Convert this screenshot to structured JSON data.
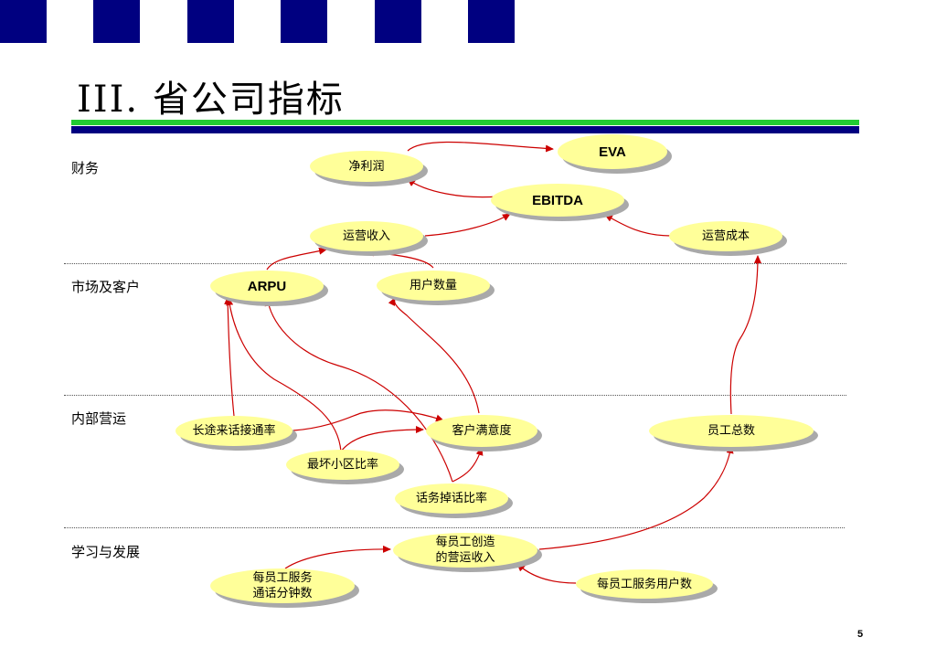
{
  "slide": {
    "title": "III. 省公司指标",
    "page_number": "5",
    "colors": {
      "deco": "#000080",
      "accent_green": "#22cc33",
      "node_fill": "#ffff99",
      "arrow": "#cc0000"
    }
  },
  "categories": [
    "财务",
    "市场及客户",
    "内部营运",
    "学习与发展"
  ],
  "nodes": {
    "eva": "EVA",
    "net_profit": "净利润",
    "ebitda": "EBITDA",
    "op_revenue": "运营收入",
    "op_cost": "运营成本",
    "arpu": "ARPU",
    "user_count": "用户数量",
    "ld_connect": "长途来话接通率",
    "worst_cell": "最坏小区比率",
    "satisfaction": "客户满意度",
    "drop_rate": "话务掉话比率",
    "staff_total": "员工总数",
    "rev_per_staff": "每员工创造\n的营运收入",
    "min_per_staff": "每员工服务\n通话分钟数",
    "users_per_staff": "每员工服务用户数"
  },
  "links": [
    [
      "net_profit",
      "eva"
    ],
    [
      "ebitda",
      "net_profit"
    ],
    [
      "op_revenue",
      "ebitda"
    ],
    [
      "op_cost",
      "ebitda"
    ],
    [
      "arpu",
      "op_revenue"
    ],
    [
      "user_count",
      "op_revenue"
    ],
    [
      "ld_connect",
      "arpu"
    ],
    [
      "worst_cell",
      "arpu"
    ],
    [
      "drop_rate",
      "arpu"
    ],
    [
      "satisfaction",
      "user_count"
    ],
    [
      "ld_connect",
      "satisfaction"
    ],
    [
      "worst_cell",
      "satisfaction"
    ],
    [
      "drop_rate",
      "satisfaction"
    ],
    [
      "staff_total",
      "op_cost"
    ],
    [
      "rev_per_staff",
      "staff_total"
    ],
    [
      "min_per_staff",
      "rev_per_staff"
    ],
    [
      "users_per_staff",
      "rev_per_staff"
    ]
  ]
}
